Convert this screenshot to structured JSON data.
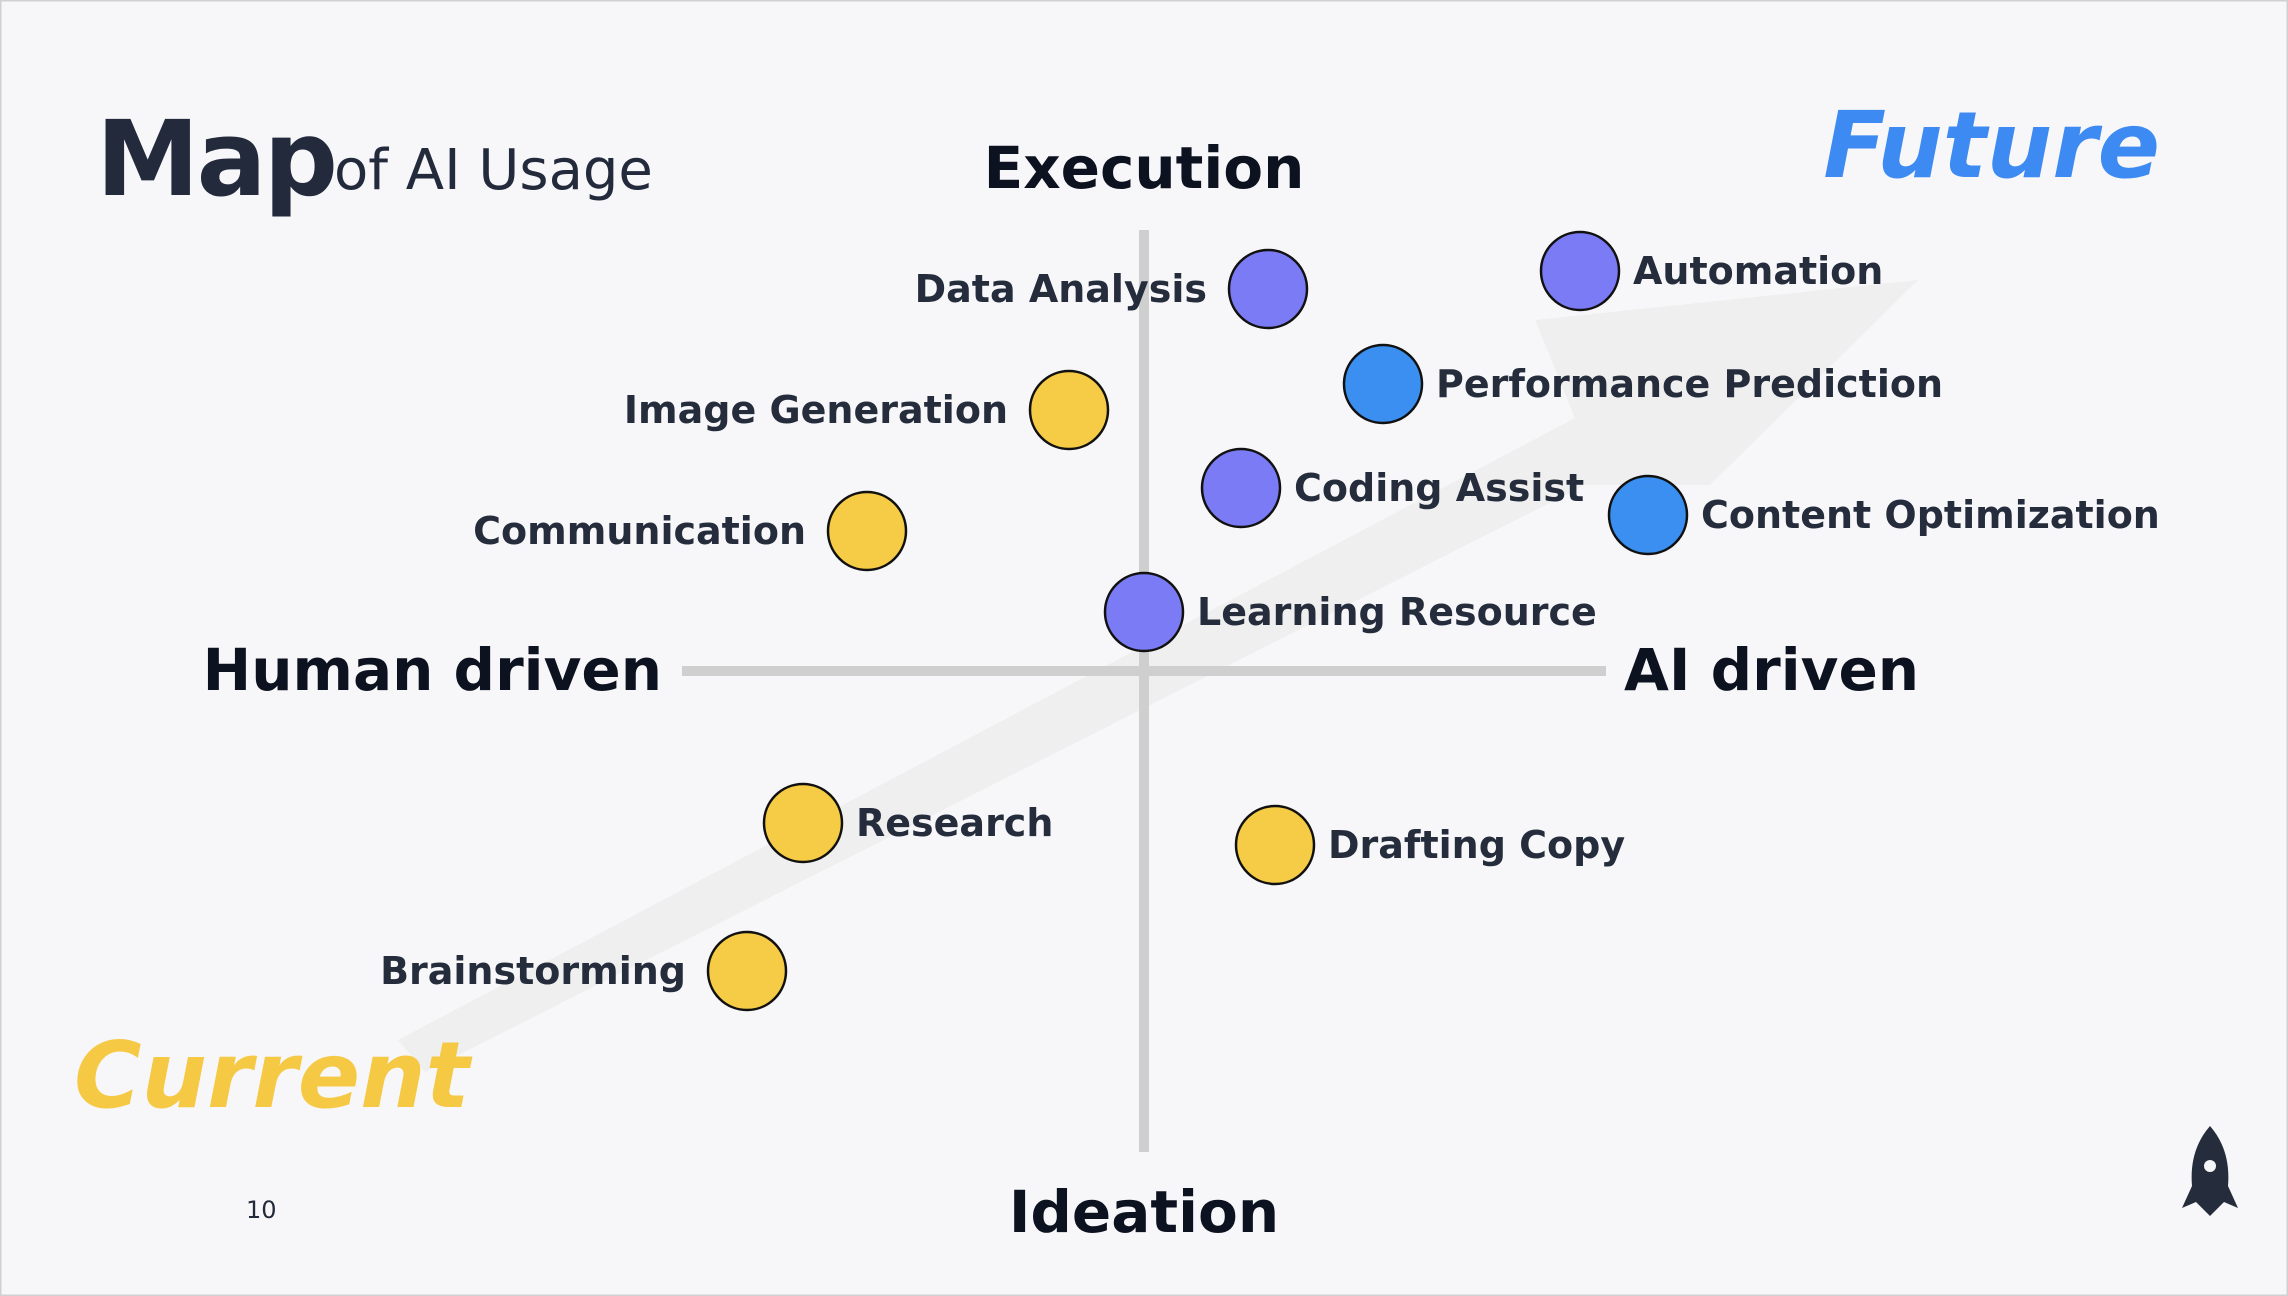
{
  "page": {
    "title_main": "Map",
    "title_sub": "of AI Usage",
    "future_label": "Future",
    "current_label": "Current",
    "page_number": "10",
    "background": "#f7f7f9"
  },
  "axes": {
    "top": "Execution",
    "bottom": "Ideation",
    "left": "Human driven",
    "right": "AI driven"
  },
  "colors": {
    "yellow": "#f6cb45",
    "purple": "#7b7cf5",
    "blue": "#3a8ff0",
    "axis_line": "#cfcfcf",
    "arrow": "#efefef",
    "outline": "#111111"
  },
  "items": [
    {
      "id": "data-analysis",
      "label": "Data Analysis",
      "color": "purple"
    },
    {
      "id": "automation",
      "label": "Automation",
      "color": "purple"
    },
    {
      "id": "image-generation",
      "label": "Image Generation",
      "color": "yellow"
    },
    {
      "id": "performance-prediction",
      "label": "Performance Prediction",
      "color": "blue"
    },
    {
      "id": "communication",
      "label": "Communication",
      "color": "yellow"
    },
    {
      "id": "coding-assist",
      "label": "Coding Assist",
      "color": "purple"
    },
    {
      "id": "content-optimization",
      "label": "Content Optimization",
      "color": "blue"
    },
    {
      "id": "learning-resource",
      "label": "Learning Resource",
      "color": "purple"
    },
    {
      "id": "research",
      "label": "Research",
      "color": "yellow"
    },
    {
      "id": "drafting-copy",
      "label": "Drafting Copy",
      "color": "yellow"
    },
    {
      "id": "brainstorming",
      "label": "Brainstorming",
      "color": "yellow"
    }
  ]
}
